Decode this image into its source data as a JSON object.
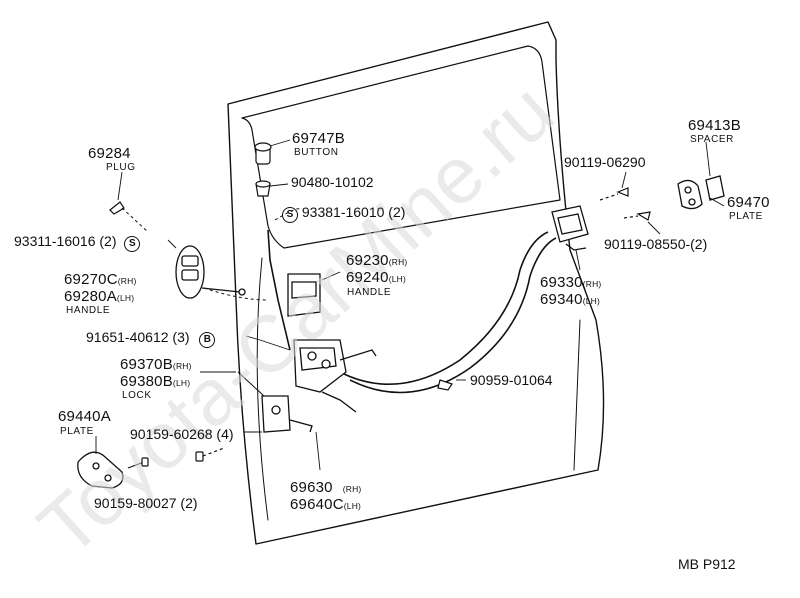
{
  "watermark": "Toyota-CarMine.ru",
  "figure_code": "MB P912",
  "labels": {
    "p69747b": "69747B",
    "button": "BUTTON",
    "p90480": "90480-10102",
    "s_mark": "S",
    "p93381": "93381-16010 (2)",
    "p69284": "69284",
    "plug": "PLUG",
    "p93311": "93311-16016 (2)",
    "p69230": "69230",
    "p69240": "69240",
    "handle_r": "HANDLE",
    "p69270c": "69270C",
    "p69280a": "69280A",
    "handle_l": "HANDLE",
    "p91651": "91651-40612 (3)",
    "b_mark": "B",
    "p69370b": "69370B",
    "p69380b": "69380B",
    "lock": "LOCK",
    "p69440a": "69440A",
    "plate_l": "PLATE",
    "p90159a": "90159-60268 (4)",
    "p90159b": "90159-80027 (2)",
    "p69630": "69630",
    "p69640c": "69640C",
    "p69413b": "69413B",
    "spacer": "SPACER",
    "p90119a": "90119-06290",
    "p69470": "69470",
    "plate_r": "PLATE",
    "p90119b": "90119-08550-(2)",
    "p69330": "69330",
    "p69340": "69340",
    "p90959": "90959-01064",
    "rh": "(RH)",
    "lh": "(LH)"
  }
}
